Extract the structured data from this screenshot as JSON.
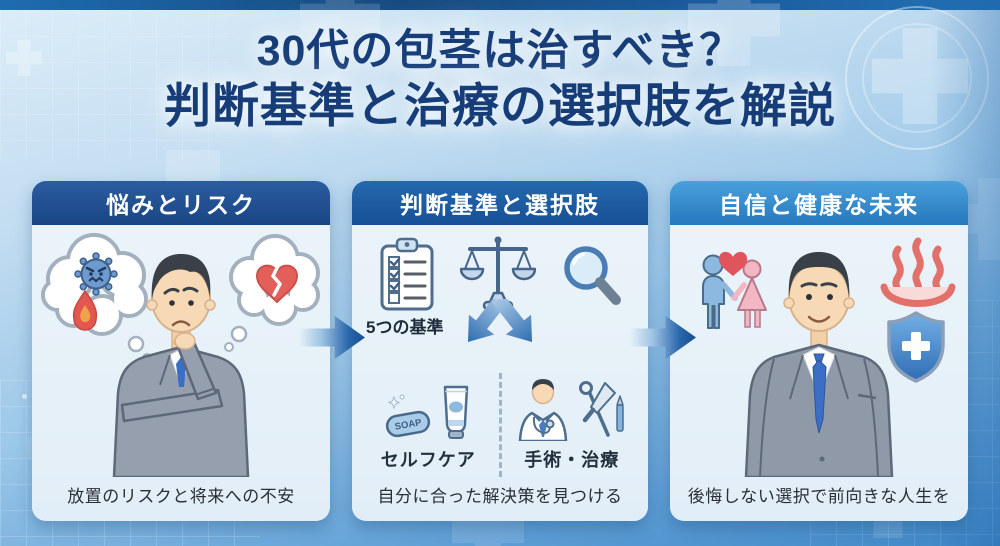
{
  "title": {
    "line1": "30代の包茎は治すべき？",
    "line2": "判断基準と治療の選択肢を解説"
  },
  "panels": {
    "worries": {
      "header": "悩みとリスク",
      "caption": "放置のリスクと将来への不安"
    },
    "criteria": {
      "header": "判断基準と選択肢",
      "criteria_label": "5つの基準",
      "selfcare_label": "セルフケア",
      "surgery_label": "手術・治療",
      "soap_text": "SOAP",
      "caption": "自分に合った解決策を見つける"
    },
    "future": {
      "header": "自信と健康な未来",
      "caption": "後悔しない選択で前向きな人生を"
    }
  },
  "icons": [
    "thought-bubble-icon",
    "virus-icon",
    "fire-icon",
    "broken-heart-icon",
    "checklist-icon",
    "balance-scale-icon",
    "magnifying-glass-icon",
    "soap-icon",
    "cream-tube-icon",
    "doctor-icon",
    "surgical-tools-icon",
    "couple-icon",
    "heart-icon",
    "hot-spring-icon",
    "shield-cross-icon",
    "flow-arrow-icon"
  ],
  "colors": {
    "header_worries": "#1d4c8e",
    "header_criteria": "#1e5b9e",
    "header_future": "#3890cf",
    "title_text": "#163d78",
    "panel_bg": "#e9f2f9",
    "flow_arrow": "#1d5fa5",
    "accent_red": "#e0605a",
    "background_top": "#dcedf8",
    "background_bottom": "#3f88c7"
  }
}
